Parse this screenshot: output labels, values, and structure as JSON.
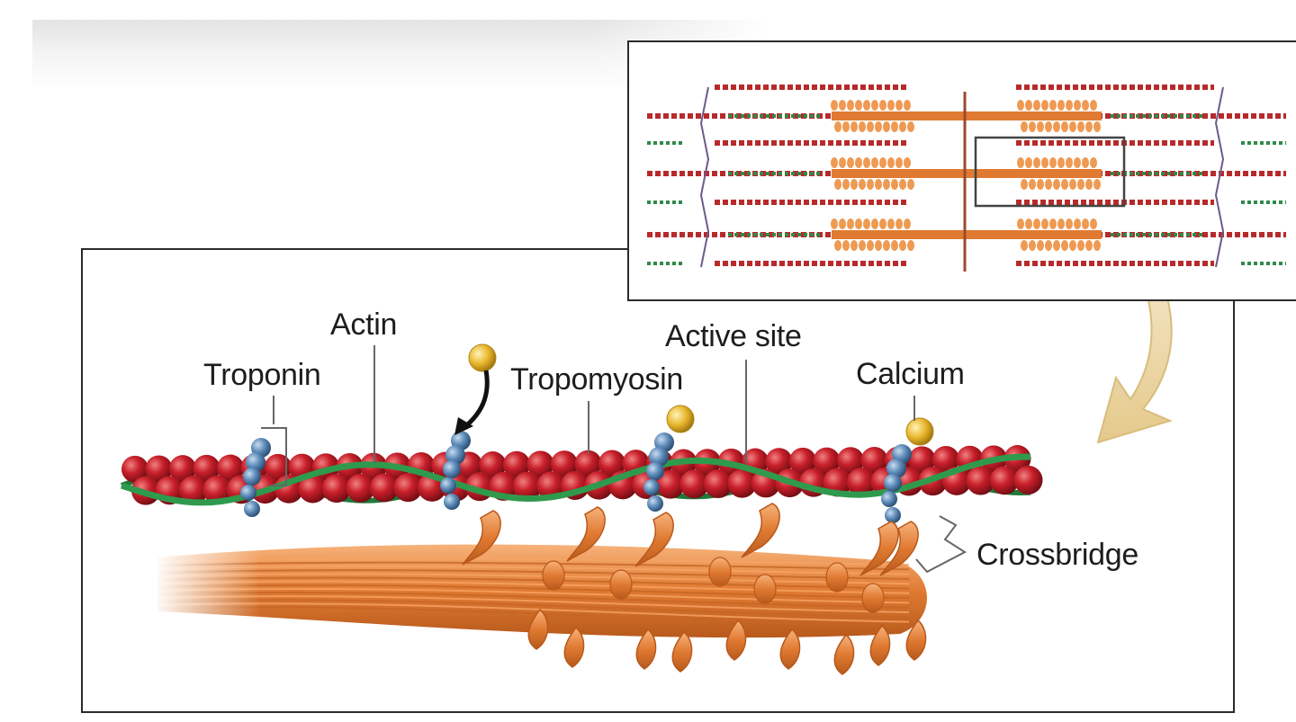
{
  "labels": {
    "actin": "Actin",
    "troponin": "Troponin",
    "tropomyosin": "Tropomyosin",
    "active_site": "Active site",
    "calcium": "Calcium",
    "crossbridge": "Crossbridge"
  },
  "colors": {
    "actin": "#c81f2a",
    "tropomyosin": "#2f9a4d",
    "troponin": "#4f7fae",
    "calcium": "#e8b52a",
    "myosin": "#e8883a",
    "frame": "#2b2b2b",
    "arrow": "#efdcaa"
  }
}
